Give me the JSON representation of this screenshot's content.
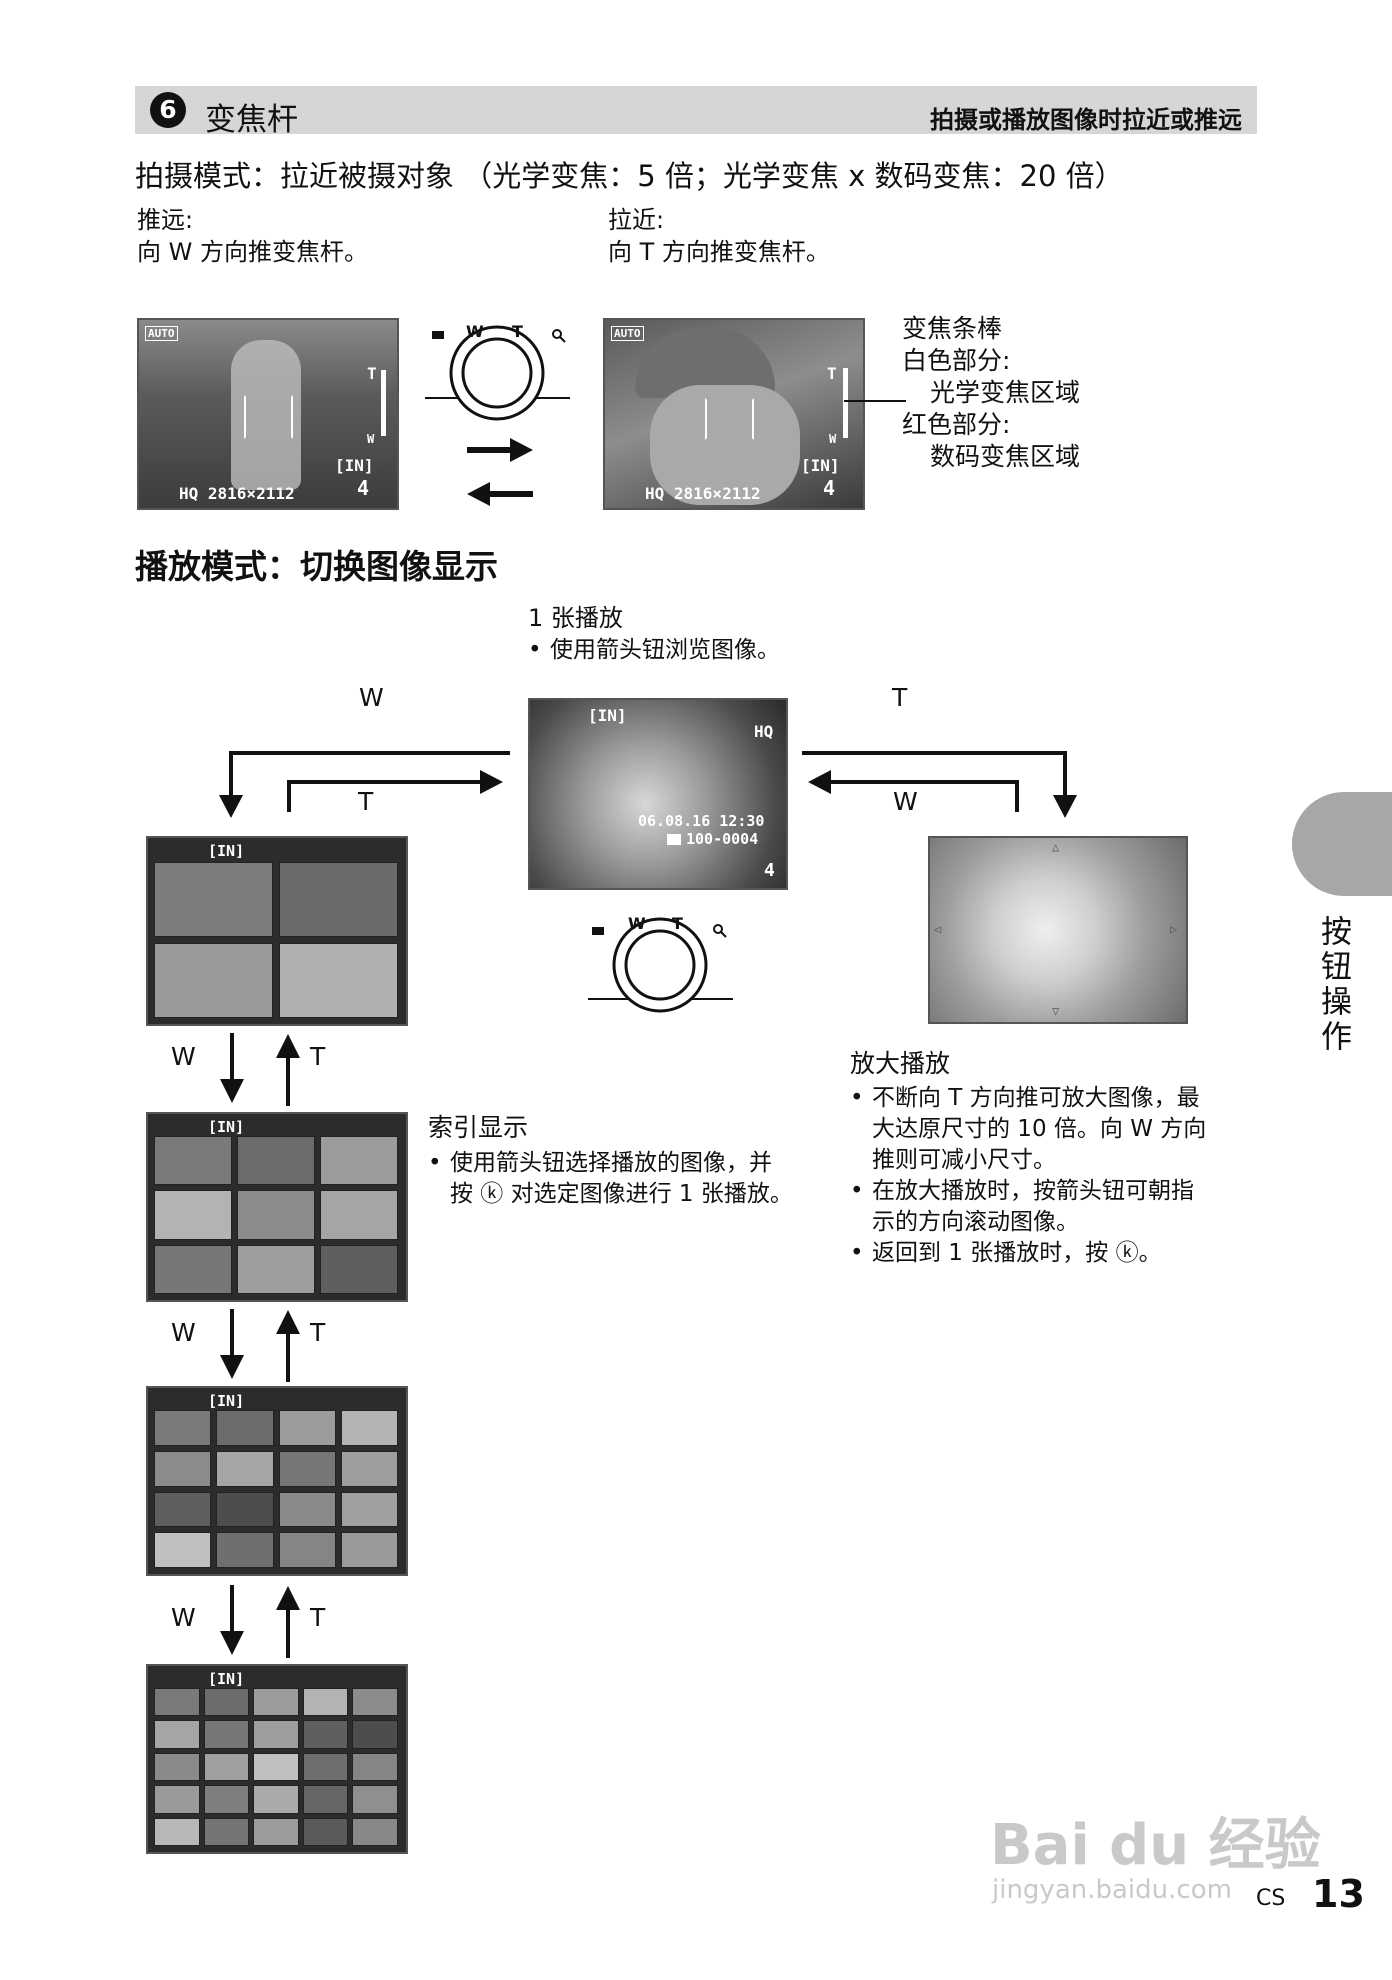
{
  "section": {
    "number": "6",
    "title": "变焦杆",
    "description": "拍摄或播放图像时拉近或推远"
  },
  "shooting": {
    "heading": "拍摄模式：拉近被摄对象 （光学变焦：5 倍；光学变焦 x 数码变焦：20 倍）",
    "zoom_out_label": "推远:",
    "zoom_out_text": "向 W 方向推变焦杆。",
    "zoom_in_label": "拉近:",
    "zoom_in_text": "向 T 方向推变焦杆。",
    "screen_left": {
      "mode": "AUTO",
      "quality": "HQ 2816×2112",
      "memory": "[IN]",
      "count": "4",
      "t": "T",
      "w": "W"
    },
    "screen_right": {
      "mode": "AUTO",
      "quality": "HQ 2816×2112",
      "memory": "[IN]",
      "count": "4",
      "t": "T",
      "w": "W"
    },
    "lever": {
      "w": "W",
      "t": "T"
    },
    "zoom_bar_title": "变焦条棒",
    "white_label": "白色部分:",
    "white_desc": "光学变焦区域",
    "red_label": "红色部分:",
    "red_desc": "数码变焦区域"
  },
  "playback": {
    "heading": "播放模式：切换图像显示",
    "single_title": "1 张播放",
    "single_bullet": "使用箭头钮浏览图像。",
    "single_screen": {
      "memory": "[IN]",
      "quality": "HQ",
      "datetime": "06.08.16 12:30",
      "file": "100-0004",
      "count": "4"
    },
    "arrow_w": "W",
    "arrow_t": "T",
    "index_memory": "[IN]",
    "index_title": "索引显示",
    "index_bullet": "使用箭头钮选择播放的图像，并按 ⓚ 对选定图像进行 1 张播放。",
    "index_bullet_line1": "使用箭头钮选择播放的图像，并",
    "index_bullet_line2": "按 ⓚ 对选定图像进行 1 张播放。",
    "zoom_title": "放大播放",
    "zoom_bullets": [
      "不断向 T 方向推可放大图像，最大达原尺寸的 10 倍。向 W 方向推则可减小尺寸。",
      "在放大播放时，按箭头钮可朝指示的方向滚动图像。",
      "返回到 1 张播放时，按 ⓚ。"
    ],
    "zoom_bullet_lines": [
      [
        "不断向 T 方向推可放大图像，最",
        "大达原尺寸的 10 倍。向 W 方向",
        "推则可减小尺寸。"
      ],
      [
        "在放大播放时，按箭头钮可朝指",
        "示的方向滚动图像。"
      ],
      [
        "返回到 1 张播放时，按 ⓚ。"
      ]
    ]
  },
  "side_tab": "按钮操作",
  "footer": {
    "lang": "CS",
    "page": "13"
  },
  "watermark": {
    "brand": "Bai du 经验",
    "url": "jingyan.baidu.com"
  }
}
